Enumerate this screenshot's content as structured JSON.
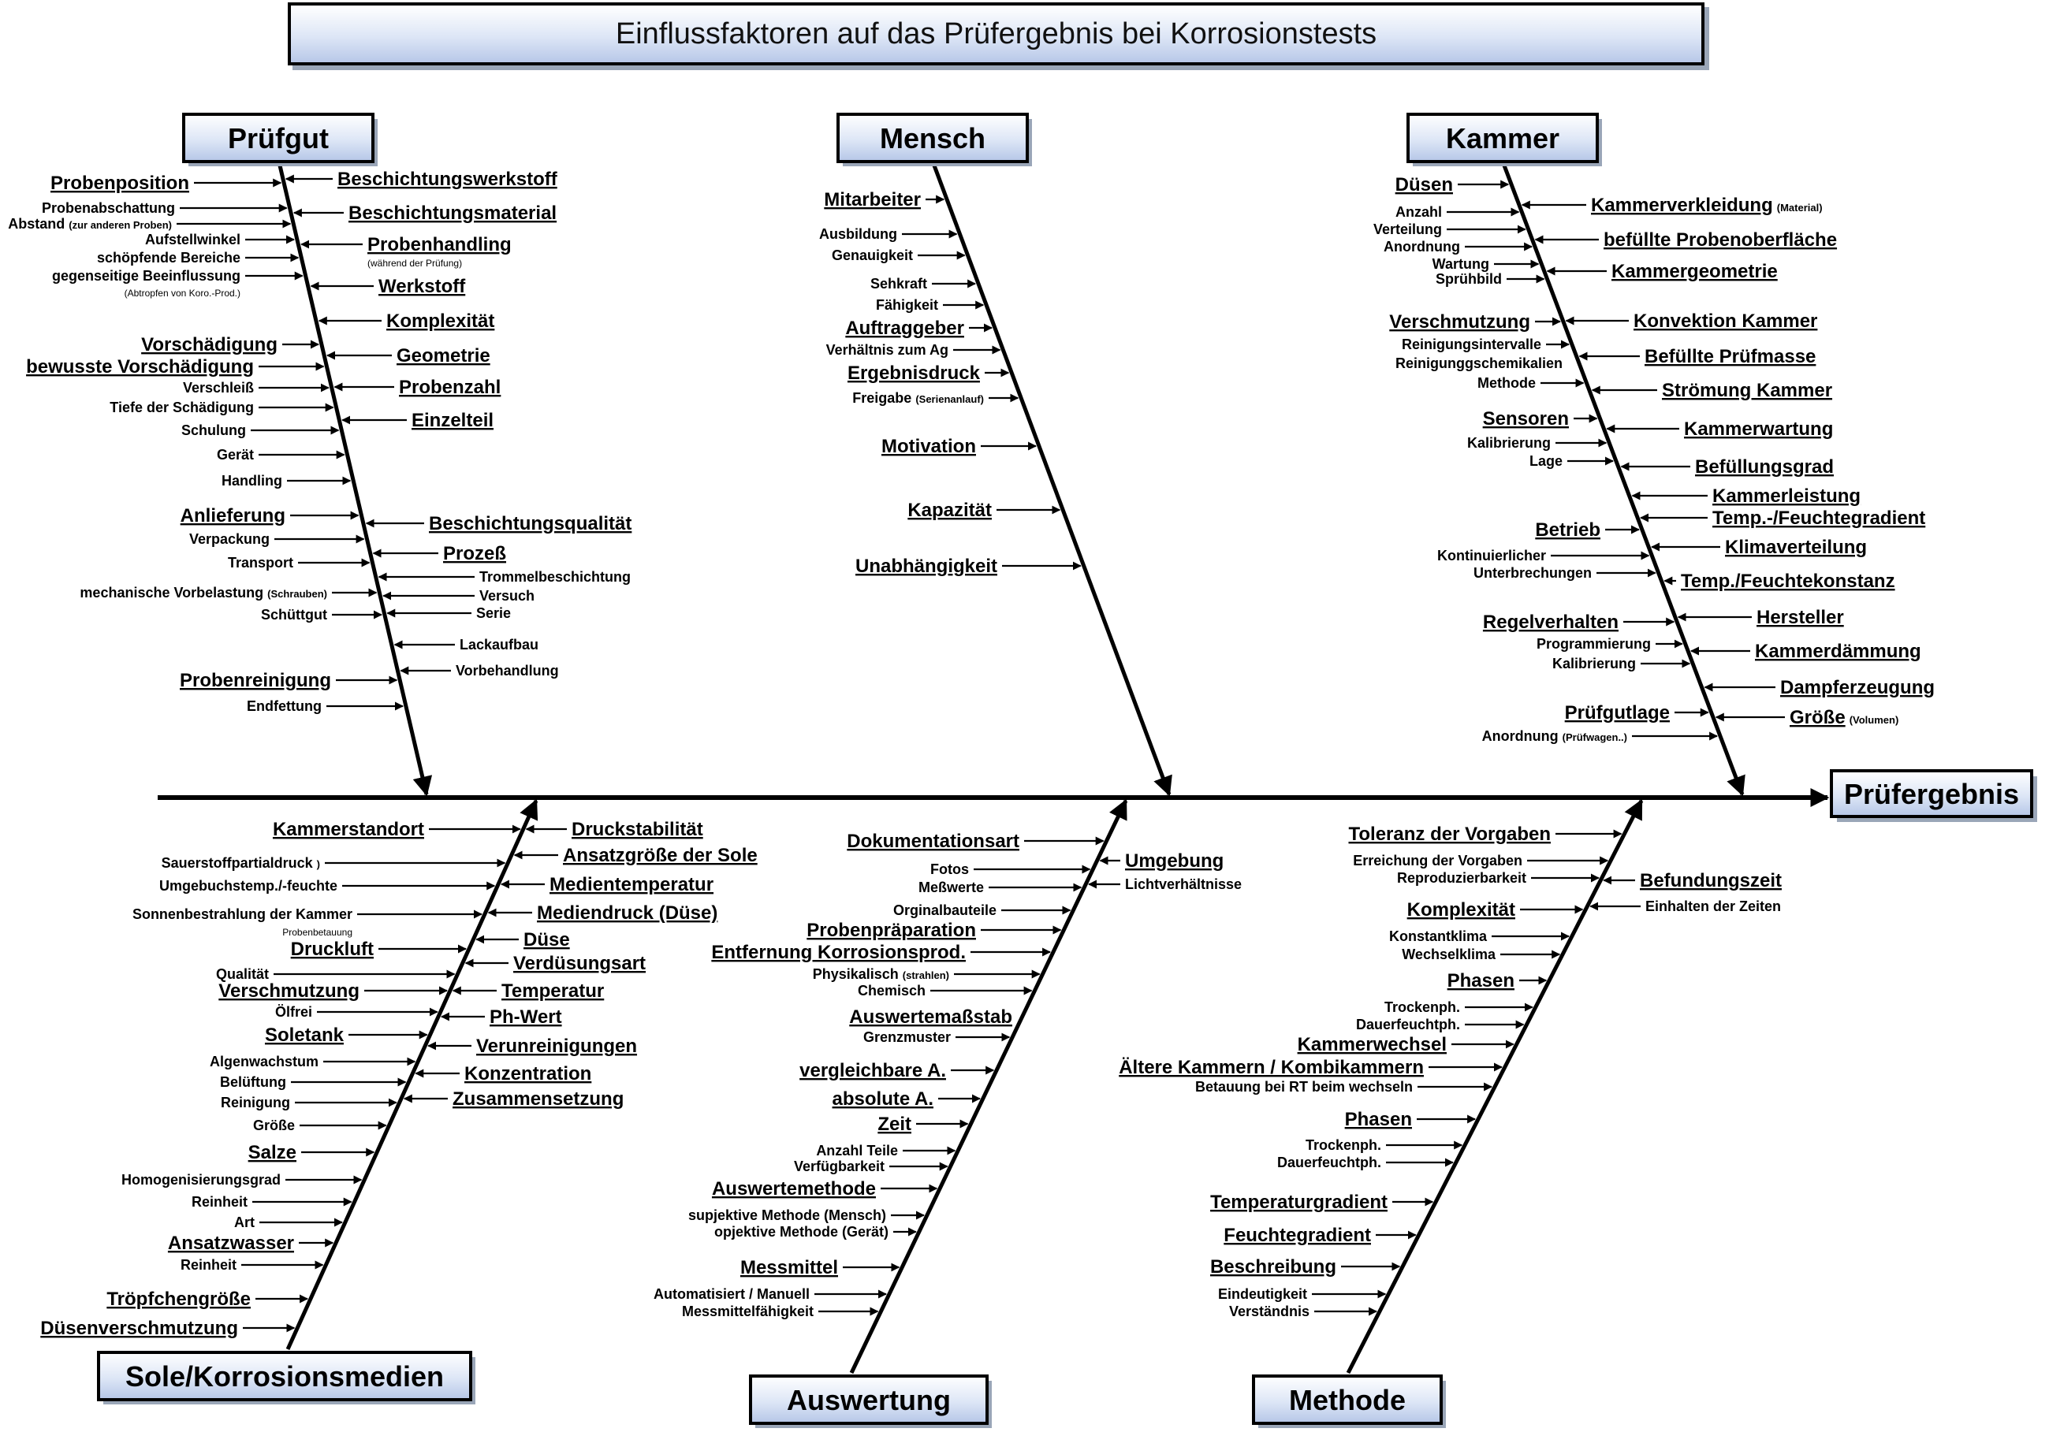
{
  "title": "Einflussfaktoren auf das Prüfergebnis bei Korrosionstests",
  "effect": "Prüfergebnis",
  "categories": [
    {
      "name": "Prüfgut",
      "factors": [
        {
          "text": "Probenposition",
          "main": true
        },
        {
          "text": "Probenabschattung"
        },
        {
          "text": "Abstand",
          "note": "(zur anderen Proben)"
        },
        {
          "text": "Aufstellwinkel"
        },
        {
          "text": "schöpfende Bereiche"
        },
        {
          "text": "gegenseitige Beeinflussung"
        },
        {
          "text": "",
          "note": "(Abtropfen von Koro.-Prod.)"
        },
        {
          "text": "Vorschädigung",
          "main": true
        },
        {
          "text": "bewusste Vorschädigung",
          "main": true
        },
        {
          "text": "Verschleiß"
        },
        {
          "text": "Tiefe der Schädigung"
        },
        {
          "text": "Schulung"
        },
        {
          "text": "Gerät"
        },
        {
          "text": "Handling"
        },
        {
          "text": "Anlieferung",
          "main": true
        },
        {
          "text": "Verpackung"
        },
        {
          "text": "Transport"
        },
        {
          "text": "mechanische Vorbelastung",
          "note": "(Schrauben)"
        },
        {
          "text": "Schüttgut"
        },
        {
          "text": "Probenreinigung",
          "main": true
        },
        {
          "text": "Endfettung"
        },
        {
          "text": "Beschichtungswerkstoff",
          "main": true
        },
        {
          "text": "Beschichtungsmaterial",
          "main": true
        },
        {
          "text": "Probenhandling",
          "main": true
        },
        {
          "text": "",
          "note": "(während der Prüfung)"
        },
        {
          "text": "Werkstoff",
          "main": true
        },
        {
          "text": "Komplexität",
          "main": true
        },
        {
          "text": "Geometrie",
          "main": true
        },
        {
          "text": "Probenzahl",
          "main": true
        },
        {
          "text": "Einzelteil",
          "main": true
        },
        {
          "text": "Beschichtungsqualität",
          "main": true
        },
        {
          "text": "Prozeß",
          "main": true
        },
        {
          "text": "Trommelbeschichtung"
        },
        {
          "text": "Versuch"
        },
        {
          "text": "Serie"
        },
        {
          "text": "Lackaufbau"
        },
        {
          "text": "Vorbehandlung"
        }
      ]
    },
    {
      "name": "Mensch",
      "factors": [
        {
          "text": "Mitarbeiter",
          "main": true
        },
        {
          "text": "Ausbildung"
        },
        {
          "text": "Genauigkeit"
        },
        {
          "text": "Sehkraft"
        },
        {
          "text": "Fähigkeit"
        },
        {
          "text": "Auftraggeber",
          "main": true
        },
        {
          "text": "Verhältnis zum Ag"
        },
        {
          "text": "Ergebnisdruck",
          "main": true
        },
        {
          "text": "Freigabe",
          "note": "(Serienanlauf)"
        },
        {
          "text": "Motivation",
          "main": true
        },
        {
          "text": "Kapazität",
          "main": true
        },
        {
          "text": "Unabhängigkeit",
          "main": true
        }
      ]
    },
    {
      "name": "Kammer",
      "factors": [
        {
          "text": "Düsen",
          "main": true
        },
        {
          "text": "Anzahl"
        },
        {
          "text": "Verteilung"
        },
        {
          "text": "Anordnung"
        },
        {
          "text": "Wartung"
        },
        {
          "text": "Sprühbild"
        },
        {
          "text": "Verschmutzung",
          "main": true
        },
        {
          "text": "Reinigungsintervalle"
        },
        {
          "text": "Reinigunggschemikalien"
        },
        {
          "text": "Methode"
        },
        {
          "text": "Sensoren",
          "main": true
        },
        {
          "text": "Kalibrierung"
        },
        {
          "text": "Lage"
        },
        {
          "text": "Betrieb",
          "main": true
        },
        {
          "text": "Kontinuierlicher"
        },
        {
          "text": "Unterbrechungen"
        },
        {
          "text": "Regelverhalten",
          "main": true
        },
        {
          "text": "Programmierung"
        },
        {
          "text": "Kalibrierung"
        },
        {
          "text": "Prüfgutlage",
          "main": true
        },
        {
          "text": "Anordnung",
          "note": "(Prüfwagen..)"
        },
        {
          "text": "Kammerverkleidung",
          "main": true,
          "note": "(Material)"
        },
        {
          "text": "befüllte Probenoberfläche",
          "main": true
        },
        {
          "text": "Kammergeometrie",
          "main": true
        },
        {
          "text": "Konvektion Kammer",
          "main": true
        },
        {
          "text": "Befüllte Prüfmasse",
          "main": true
        },
        {
          "text": "Strömung Kammer",
          "main": true
        },
        {
          "text": "Kammerwartung",
          "main": true
        },
        {
          "text": "Befüllungsgrad",
          "main": true
        },
        {
          "text": "Kammerleistung",
          "main": true
        },
        {
          "text": "Temp.-/Feuchtegradient",
          "main": true
        },
        {
          "text": "Klimaverteilung",
          "main": true
        },
        {
          "text": "Temp./Feuchtekonstanz",
          "main": true
        },
        {
          "text": "Hersteller",
          "main": true
        },
        {
          "text": "Kammerdämmung",
          "main": true
        },
        {
          "text": "Dampferzeugung",
          "main": true
        },
        {
          "text": "Größe",
          "main": true,
          "note": "(Volumen)"
        }
      ]
    },
    {
      "name": "Sole/Korrosionsmedien",
      "factors": [
        {
          "text": "Kammerstandort",
          "main": true
        },
        {
          "text": "Sauerstoffpartialdruck",
          "note": ")"
        },
        {
          "text": "Umgebuchstemp./-feuchte"
        },
        {
          "text": "Sonnenbestrahlung der Kammer"
        },
        {
          "text": "",
          "note": "Probenbetauung"
        },
        {
          "text": "Druckluft",
          "main": true
        },
        {
          "text": "Qualität"
        },
        {
          "text": "Verschmutzung",
          "main": true
        },
        {
          "text": "Ölfrei"
        },
        {
          "text": "Soletank",
          "main": true
        },
        {
          "text": "Algenwachstum"
        },
        {
          "text": "Belüftung"
        },
        {
          "text": "Reinigung"
        },
        {
          "text": "Größe"
        },
        {
          "text": "Salze",
          "main": true
        },
        {
          "text": "Homogenisierungsgrad"
        },
        {
          "text": "Reinheit"
        },
        {
          "text": "Art"
        },
        {
          "text": "Ansatzwasser",
          "main": true
        },
        {
          "text": "Reinheit"
        },
        {
          "text": "Tröpfchengröße",
          "main": true
        },
        {
          "text": "Düsenverschmutzung",
          "main": true
        },
        {
          "text": "Druckstabilität",
          "main": true
        },
        {
          "text": "Ansatzgröße der Sole",
          "main": true
        },
        {
          "text": "Medientemperatur",
          "main": true
        },
        {
          "text": "Mediendruck (Düse)",
          "main": true
        },
        {
          "text": "Düse",
          "main": true
        },
        {
          "text": "Verdüsungsart",
          "main": true
        },
        {
          "text": "Temperatur",
          "main": true
        },
        {
          "text": "Ph-Wert",
          "main": true
        },
        {
          "text": "Verunreinigungen",
          "main": true
        },
        {
          "text": "Konzentration",
          "main": true
        },
        {
          "text": "Zusammensetzung",
          "main": true
        }
      ]
    },
    {
      "name": "Auswertung",
      "factors": [
        {
          "text": "Dokumentationsart",
          "main": true
        },
        {
          "text": "Fotos"
        },
        {
          "text": "Meßwerte"
        },
        {
          "text": "Orginalbauteile"
        },
        {
          "text": "Probenpräparation",
          "main": true
        },
        {
          "text": "Entfernung Korrosionsprod.",
          "main": true
        },
        {
          "text": "Physikalisch",
          "note": "(strahlen)"
        },
        {
          "text": "Chemisch"
        },
        {
          "text": "Auswertemaßstab",
          "main": true
        },
        {
          "text": "Grenzmuster"
        },
        {
          "text": "vergleichbare A.",
          "main": true
        },
        {
          "text": "absolute A.",
          "main": true
        },
        {
          "text": "Zeit",
          "main": true
        },
        {
          "text": "Anzahl Teile"
        },
        {
          "text": "Verfügbarkeit"
        },
        {
          "text": "Auswertemethode",
          "main": true
        },
        {
          "text": "supjektive Methode (Mensch)"
        },
        {
          "text": "opjektive Methode (Gerät)"
        },
        {
          "text": "Messmittel",
          "main": true
        },
        {
          "text": "Automatisiert / Manuell"
        },
        {
          "text": "Messmittelfähigkeit"
        },
        {
          "text": "Umgebung",
          "main": true
        },
        {
          "text": "Lichtverhältnisse"
        }
      ]
    },
    {
      "name": "Methode",
      "factors": [
        {
          "text": "Toleranz der Vorgaben",
          "main": true
        },
        {
          "text": "Erreichung der Vorgaben"
        },
        {
          "text": "Reproduzierbarkeit"
        },
        {
          "text": "Komplexität",
          "main": true
        },
        {
          "text": "Konstantklima"
        },
        {
          "text": "Wechselklima"
        },
        {
          "text": "Phasen",
          "main": true
        },
        {
          "text": "Trockenph."
        },
        {
          "text": "Dauerfeuchtph."
        },
        {
          "text": "Kammerwechsel",
          "main": true
        },
        {
          "text": "Ältere Kammern / Kombikammern",
          "main": true
        },
        {
          "text": "Betauung bei RT beim wechseln"
        },
        {
          "text": "Phasen",
          "main": true
        },
        {
          "text": "Trockenph."
        },
        {
          "text": "Dauerfeuchtph."
        },
        {
          "text": "Temperaturgradient",
          "main": true
        },
        {
          "text": "Feuchtegradient",
          "main": true
        },
        {
          "text": "Beschreibung",
          "main": true
        },
        {
          "text": "Eindeutigkeit"
        },
        {
          "text": "Verständnis"
        },
        {
          "text": "Befundungszeit",
          "main": true
        },
        {
          "text": "Einhalten der Zeiten"
        }
      ]
    }
  ]
}
